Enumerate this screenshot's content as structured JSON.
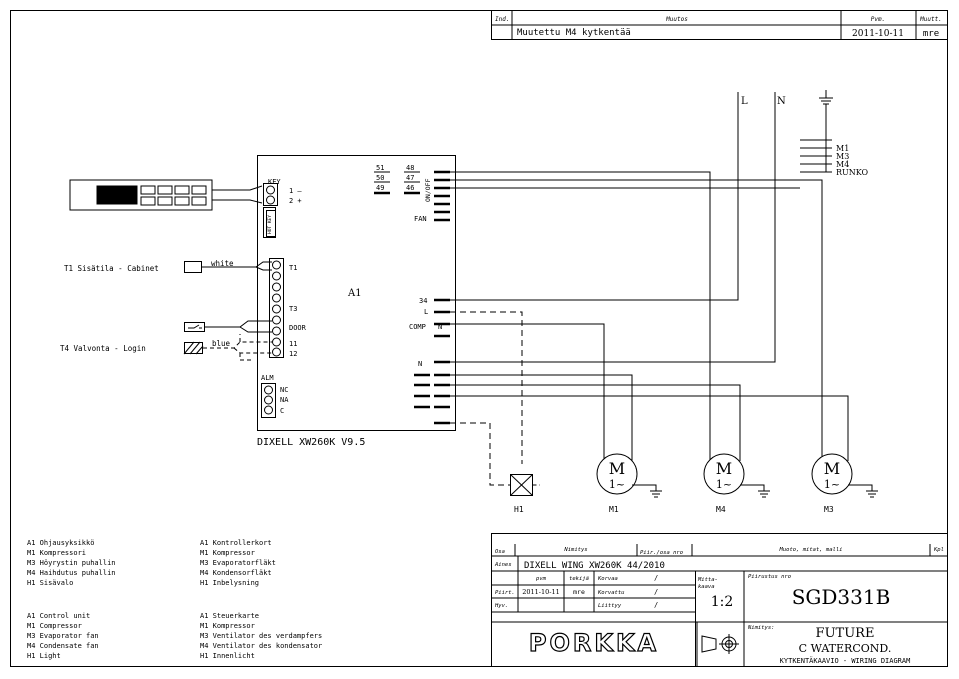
{
  "revision_box": {
    "headers": {
      "ind": "Ind.",
      "muutos": "Muutos",
      "pvm": "Pvm.",
      "muutt": "Muutt."
    },
    "row": {
      "muutos": "Muutettu M4 kytkentää",
      "pvm": "2011-10-11",
      "muutt": "mre"
    }
  },
  "supply": {
    "L": "L",
    "N": "N"
  },
  "ground_labels": [
    "M1",
    "M3",
    "M4",
    "RUNKO"
  ],
  "controller": {
    "name": "A1",
    "model": "DIXELL XW260K V9.5",
    "key_label": "KEY",
    "key_pins": [
      "1 –",
      "2 +"
    ],
    "hot_key_label": "HOT KEY",
    "onoff_label": "ON/OFF",
    "fan_label": "FAN",
    "top_numbers_left": [
      "51",
      "50",
      "49"
    ],
    "top_numbers_right": [
      "48",
      "47",
      "46"
    ],
    "inputs": [
      "T1",
      "T3",
      "DOOR",
      "11",
      "12"
    ],
    "alarm_label": "ALM",
    "alarm_pins": [
      "NC",
      "NA",
      "C"
    ],
    "relay_labels": [
      "34",
      "L",
      "COMP",
      "N"
    ],
    "neutral_label": "N"
  },
  "sensors": {
    "t1": "T1  Sisätila - Cabinet",
    "t4": "T4  Valvonta - Login",
    "white": "white",
    "blue": "blue"
  },
  "motors": [
    {
      "id": "M1",
      "sym": "M",
      "phase": "1~"
    },
    {
      "id": "M4",
      "sym": "M",
      "phase": "1~"
    },
    {
      "id": "M3",
      "sym": "M",
      "phase": "1~"
    }
  ],
  "light": {
    "id": "H1"
  },
  "legend_fi": [
    "A1  Ohjausyksikkö",
    "M1  Kompressori",
    "M3  Höyrystin puhallin",
    "M4  Haihdutus puhallin",
    "H1  Sisävalo"
  ],
  "legend_sv": [
    "A1  Kontrollerkort",
    "M1  Kompressor",
    "M3  Evaporatorfläkt",
    "M4  Kondensorfläkt",
    "H1  Inbelysning"
  ],
  "legend_en": [
    "A1  Control unit",
    "M1  Compressor",
    "M3  Evaporator fan",
    "M4  Condensate fan",
    "H1  Light"
  ],
  "legend_de": [
    "A1  Steuerkarte",
    "M1  Kompressor",
    "M3  Ventilator des verdampfers",
    "M4  Ventilator des kondensator",
    "H1  Innenlicht"
  ],
  "title_block": {
    "osa": "Osa",
    "nimitys": "Nimitys",
    "piir_osa_nro": "Piir./osa nro",
    "muoto": "Muoto, mitat, malli",
    "kpl": "Kpl",
    "aines": "Aines",
    "aines_value": "DIXELL WING XW260K 44/2010",
    "pvm": "pvm",
    "tekija": "tekijä",
    "korvaa": "Korvaa",
    "piirt": "Piirt.",
    "piirt_date": "2011-10-11",
    "piirt_by": "mre",
    "korvattu": "Korvattu",
    "hyv": "Hyv.",
    "liittyy": "Liittyy",
    "slash": "/",
    "mittakaava_1": "Mitta-",
    "mittakaava_2": "kaava",
    "scale": "1:2",
    "piirustus_nro": "Piirustus nro",
    "drawing_number": "SGD331B",
    "nimitys_label": "Nimitys:",
    "name_1": "FUTURE",
    "name_2": "C WATERCOND.",
    "name_3": "KYTKENTÄKAAVIO - WIRING DIAGRAM",
    "company": "PORKKA"
  }
}
